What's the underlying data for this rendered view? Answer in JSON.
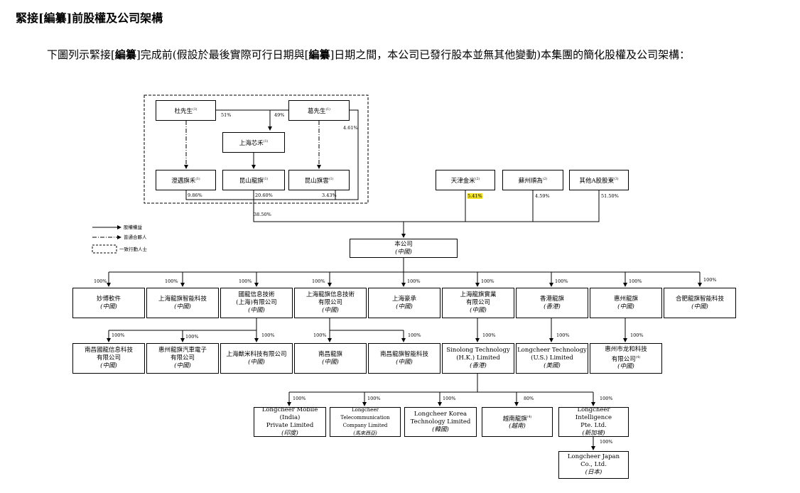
{
  "heading": "緊接[編纂]前股權及公司架構",
  "paragraph": {
    "part1": "下圖列示緊接[",
    "bold1": "編纂",
    "part2": "]完成前(假設於最後實際可行日期與[",
    "bold2": "編纂",
    "part3": "]日期之間，本公司已發行股本並無其他變動)本集團的簡化股權及公司架構："
  },
  "legend": {
    "equity": "股權權益",
    "partner": "普通合夥人",
    "concert": "一致行動人士"
  },
  "nodes": {
    "du": {
      "name": "杜先生",
      "note": "(1)"
    },
    "ge": {
      "name": "葛先生",
      "note": "(1)"
    },
    "shxh": {
      "name": "上海芯禾",
      "note": "(1)"
    },
    "cmqh": {
      "name": "澄邁旗禾",
      "note": "(1)"
    },
    "kslq": {
      "name": "昆山龍旗",
      "note": "(1)"
    },
    "ksqy": {
      "name": "昆山旗雲",
      "note": "(1)"
    },
    "tjjm": {
      "name": "天津金米",
      "note": "(2)"
    },
    "szsw": {
      "name": "蘇州順為",
      "note": "(2)"
    },
    "other": {
      "name": "其他A股股東",
      "note": "(3)"
    },
    "company": {
      "name": "本公司",
      "loc": "(中國)"
    },
    "mbrj": {
      "name": "妙博軟件",
      "loc": "(中國)"
    },
    "shlqzn": {
      "name": "上海龍旗智能科技",
      "loc": "(中國)"
    },
    "glxx": {
      "name1": "國龍信息技術",
      "name2": "(上海)有限公司",
      "loc": "(中國)"
    },
    "shlqxx": {
      "name1": "上海龍旗信息技術",
      "name2": "有限公司",
      "loc": "(中國)"
    },
    "shhc": {
      "name": "上海豪承",
      "loc": "(中國)"
    },
    "shlqsy": {
      "name1": "上海龍旗實業",
      "name2": "有限公司",
      "loc": "(中國)"
    },
    "hklq": {
      "name": "香港龍旗",
      "loc": "(香港)"
    },
    "hzlq": {
      "name": "惠州龍旗",
      "loc": "(中國)"
    },
    "hflq": {
      "name": "合肥龍旗智能科技",
      "loc": "(中國)"
    },
    "ncgl": {
      "name1": "南昌國龍信息科技",
      "name2": "有限公司",
      "loc": "(中國)"
    },
    "hzqc": {
      "name1": "惠州龍旗汽車電子",
      "name2": "有限公司",
      "loc": "(中國)"
    },
    "shqm": {
      "name": "上海猷米科技有限公司",
      "loc": "(中國)"
    },
    "nclq": {
      "name": "南昌龍旗",
      "loc": "(中國)"
    },
    "nclqzn": {
      "name": "南昌龍旗智能科技",
      "loc": "(中國)"
    },
    "sinolong": {
      "name1": "Sinolong Technology",
      "name2": "(H.K.) Limited",
      "loc": "(香港)"
    },
    "lcus": {
      "name1": "Longcheer Technology",
      "name2": "(U.S.) Limited",
      "loc": "(美國)"
    },
    "hzlh": {
      "name1": "惠州市龙和科技",
      "name2": "有限公司",
      "note": "(4)",
      "loc": "(中國)"
    },
    "lcin": {
      "name1": "Longcheer Mobile (India)",
      "name2": "Private Limited",
      "loc": "(印度)"
    },
    "lcmy": {
      "name1": "Longcheer Telecommunication",
      "name2": "Company Limited",
      "loc": "(馬來西亞)"
    },
    "lckr": {
      "name1": "Longcheer Korea",
      "name2": "Technology Limited",
      "loc": "(韓國)"
    },
    "vnlq": {
      "name": "越南龍旗",
      "note": "(4)",
      "loc": "(越南)"
    },
    "lcsg": {
      "name1": "Longcheer Intelligence",
      "name2": "Pte. Ltd.",
      "loc": "(新加坡)"
    },
    "lcjp": {
      "name1": "Longcheer Japan",
      "name2": "Co., Ltd.",
      "loc": "(日本)"
    }
  },
  "percentages": {
    "du_shxh": "51%",
    "ge_shxh": "49%",
    "ge_company": "4.61%",
    "cmqh": "9.86%",
    "kslq": "20.60%",
    "ksqy": "3.43%",
    "group_total": "38.50%",
    "tjjm": "5.41%",
    "szsw": "4.59%",
    "other": "51.50%",
    "row1": [
      "100%",
      "100%",
      "100%",
      "100%",
      "100%",
      "100%",
      "100%",
      "100%",
      "100%"
    ],
    "glxx_subs": [
      "100%",
      "100%",
      "100%"
    ],
    "shlqxx_subs": [
      "100%",
      "100%"
    ],
    "shlqsy_sub": "100%",
    "hklq_sub": "100%",
    "hzlq_sub": "100%",
    "sinolong_subs": [
      "100%",
      "100%",
      "100%",
      "80%",
      "100%"
    ],
    "lcsg_sub": "100%"
  },
  "colors": {
    "highlight": "#f3e31f",
    "line": "#000000"
  }
}
